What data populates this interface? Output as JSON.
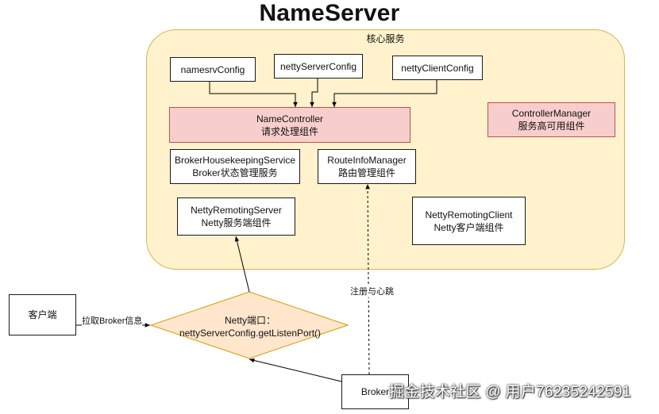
{
  "title": "NameServer",
  "core_group": {
    "label": "核心服务"
  },
  "nodes": {
    "namesrv_config": {
      "line1": "namesrvConfig"
    },
    "netty_server_config": {
      "line1": "nettyServerConfig"
    },
    "netty_client_config": {
      "line1": "nettyClientConfig"
    },
    "name_controller": {
      "line1": "NameController",
      "line2": "请求处理组件"
    },
    "controller_manager": {
      "line1": "ControllerManager",
      "line2": "服务高可用组件"
    },
    "broker_housekeeping": {
      "line1": "BrokerHousekeepingService",
      "line2": "Broker状态管理服务"
    },
    "route_info_manager": {
      "line1": "RouteInfoManager",
      "line2": "路由管理组件"
    },
    "netty_remoting_server": {
      "line1": "NettyRemotingServer",
      "line2": "Netty服务端组件"
    },
    "netty_remoting_client": {
      "line1": "NettyRemotingClient",
      "line2": "Netty客户端组件"
    },
    "client": {
      "line1": "客户端"
    },
    "broker": {
      "line1": "Broker"
    },
    "netty_port": {
      "line1": "Netty端口：",
      "line2": "nettyServerConfig.getListenPort()"
    }
  },
  "edges": {
    "client_to_port": "拉取Broker信息",
    "broker_to_route": "注册与心跳"
  },
  "watermark": "掘金技术社区 @ 用户76235242591",
  "colors": {
    "core_fill": "#fff2cc",
    "core_stroke": "#d6b656",
    "highlight_fill": "#f8cecc",
    "highlight_stroke": "#b85450",
    "diamond_fill": "#ffe6cc",
    "diamond_stroke": "#d79b00"
  }
}
